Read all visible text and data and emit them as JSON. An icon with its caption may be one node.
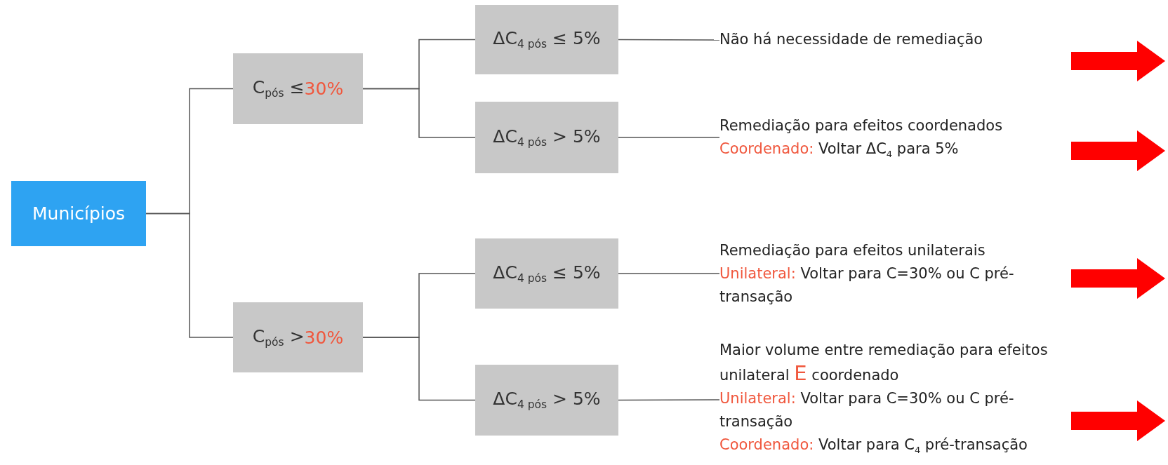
{
  "diagram": {
    "nodes": [
      {
        "text": [
          "Municípios"
        ]
      },
      {
        "text": [
          "C$_{pós}$ ≤",
          "30%"
        ]
      },
      {
        "text": [
          "C$_{pós}$ >",
          "30%"
        ]
      },
      {
        "text": [
          "ΔC$_{4 pós}$ ≤ 5%"
        ]
      },
      {
        "text": [
          "ΔC$_{4 pós}$ > 5%"
        ]
      },
      {
        "text": [
          "ΔC$_{4 pós}$ ≤ 5%"
        ]
      },
      {
        "text": [
          "ΔC$_{4 pós}$ > 5%"
        ]
      },
      {
        "text": [
          "Não há necessidade de remediação"
        ]
      },
      {
        "text": [
          "Remediação para efeitos coordenados",
          "Coordenado:",
          "Voltar ΔC$_{4}$ para 5%"
        ]
      },
      {
        "text": [
          "Remediação para efeitos unilaterais",
          "Unilateral:",
          "Voltar para C=30% ou C pré-transação"
        ]
      },
      {
        "text": [
          "Maior volume entre remediação para efeitos unilateral",
          "E",
          "coordenado",
          "Unilateral:",
          "Voltar para C=30% ou C pré-transação",
          "Coordenado:",
          "Voltar para C$_{4}$ pré-transação"
        ]
      }
    ],
    "edges": [
      {
        "from": 0,
        "to": 1,
        "arrow": "none"
      },
      {
        "from": 0,
        "to": 2,
        "arrow": "none"
      },
      {
        "from": 1,
        "to": 3,
        "arrow": "none"
      },
      {
        "from": 1,
        "to": 4,
        "arrow": "none"
      },
      {
        "from": 2,
        "to": 5,
        "arrow": "none"
      },
      {
        "from": 2,
        "to": 6,
        "arrow": "none"
      },
      {
        "from": 3,
        "to": 7,
        "arrow": "none"
      },
      {
        "from": 4,
        "to": 8,
        "arrow": "none"
      },
      {
        "from": 5,
        "to": 9,
        "arrow": "none"
      },
      {
        "from": 6,
        "to": 10,
        "arrow": "none"
      }
    ]
  }
}
